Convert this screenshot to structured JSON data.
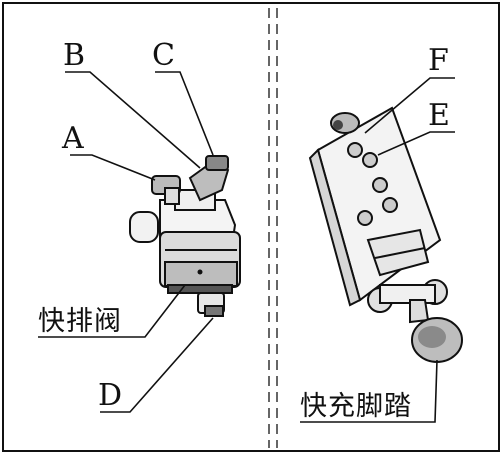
{
  "left_panel": {
    "callouts": [
      {
        "id": "A",
        "text": "A"
      },
      {
        "id": "B",
        "text": "B"
      },
      {
        "id": "C",
        "text": "C"
      },
      {
        "id": "D",
        "text": "D"
      }
    ],
    "caption": "快排阀"
  },
  "right_panel": {
    "callouts": [
      {
        "id": "F",
        "text": "F"
      },
      {
        "id": "E",
        "text": "E"
      }
    ],
    "caption": "快充脚踏"
  }
}
